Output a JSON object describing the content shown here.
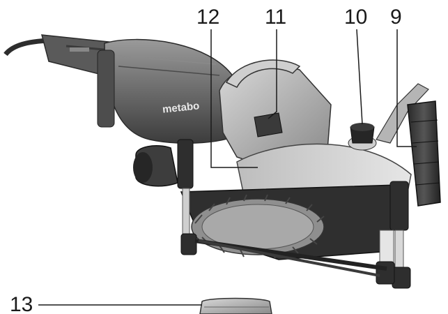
{
  "figure": {
    "brand_logo": "metabo",
    "callouts": [
      {
        "id": "12",
        "label": "12"
      },
      {
        "id": "11",
        "label": "11"
      },
      {
        "id": "10",
        "label": "10"
      },
      {
        "id": "9",
        "label": "9"
      },
      {
        "id": "13",
        "label": "13"
      }
    ]
  }
}
